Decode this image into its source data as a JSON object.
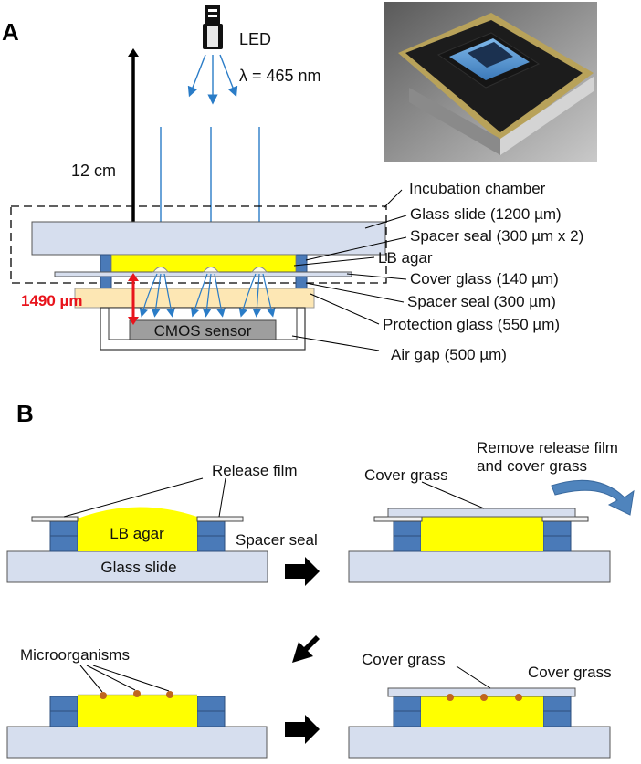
{
  "panel_a": {
    "letter": "A",
    "led_label": "LED",
    "wavelength": "λ = 465 nm",
    "height_label": "12 cm",
    "gap_label": "1490 µm",
    "sensor_label": "CMOS sensor",
    "callouts": [
      "Incubation chamber",
      "Glass slide (1200 µm)",
      "Spacer seal (300 µm x 2)",
      "LB agar",
      "Cover glass (140 µm)",
      "Spacer seal (300 µm)",
      "Protection glass (550 µm)",
      "Air gap (500 µm)"
    ]
  },
  "panel_b": {
    "letter": "B",
    "step1": {
      "release_film": "Release film",
      "agar": "LB agar",
      "spacer": "Spacer seal",
      "slide": "Glass slide"
    },
    "step2": {
      "cover": "Cover grass",
      "remove": [
        "Remove release film",
        "and cover grass"
      ]
    },
    "step3": {
      "micro": "Microorganisms"
    },
    "step4": {
      "cover_left": "Cover grass",
      "cover_right": "Cover grass"
    }
  },
  "colors": {
    "glass": "#d6deee",
    "agar": "#ffff00",
    "spacer": "#4a7ab8",
    "protection": "#fde7b4",
    "sensor": "#9e9e9e",
    "light": "#2a7cc7",
    "gap_arrow": "#e8141c",
    "microbe": "#c0651e"
  }
}
